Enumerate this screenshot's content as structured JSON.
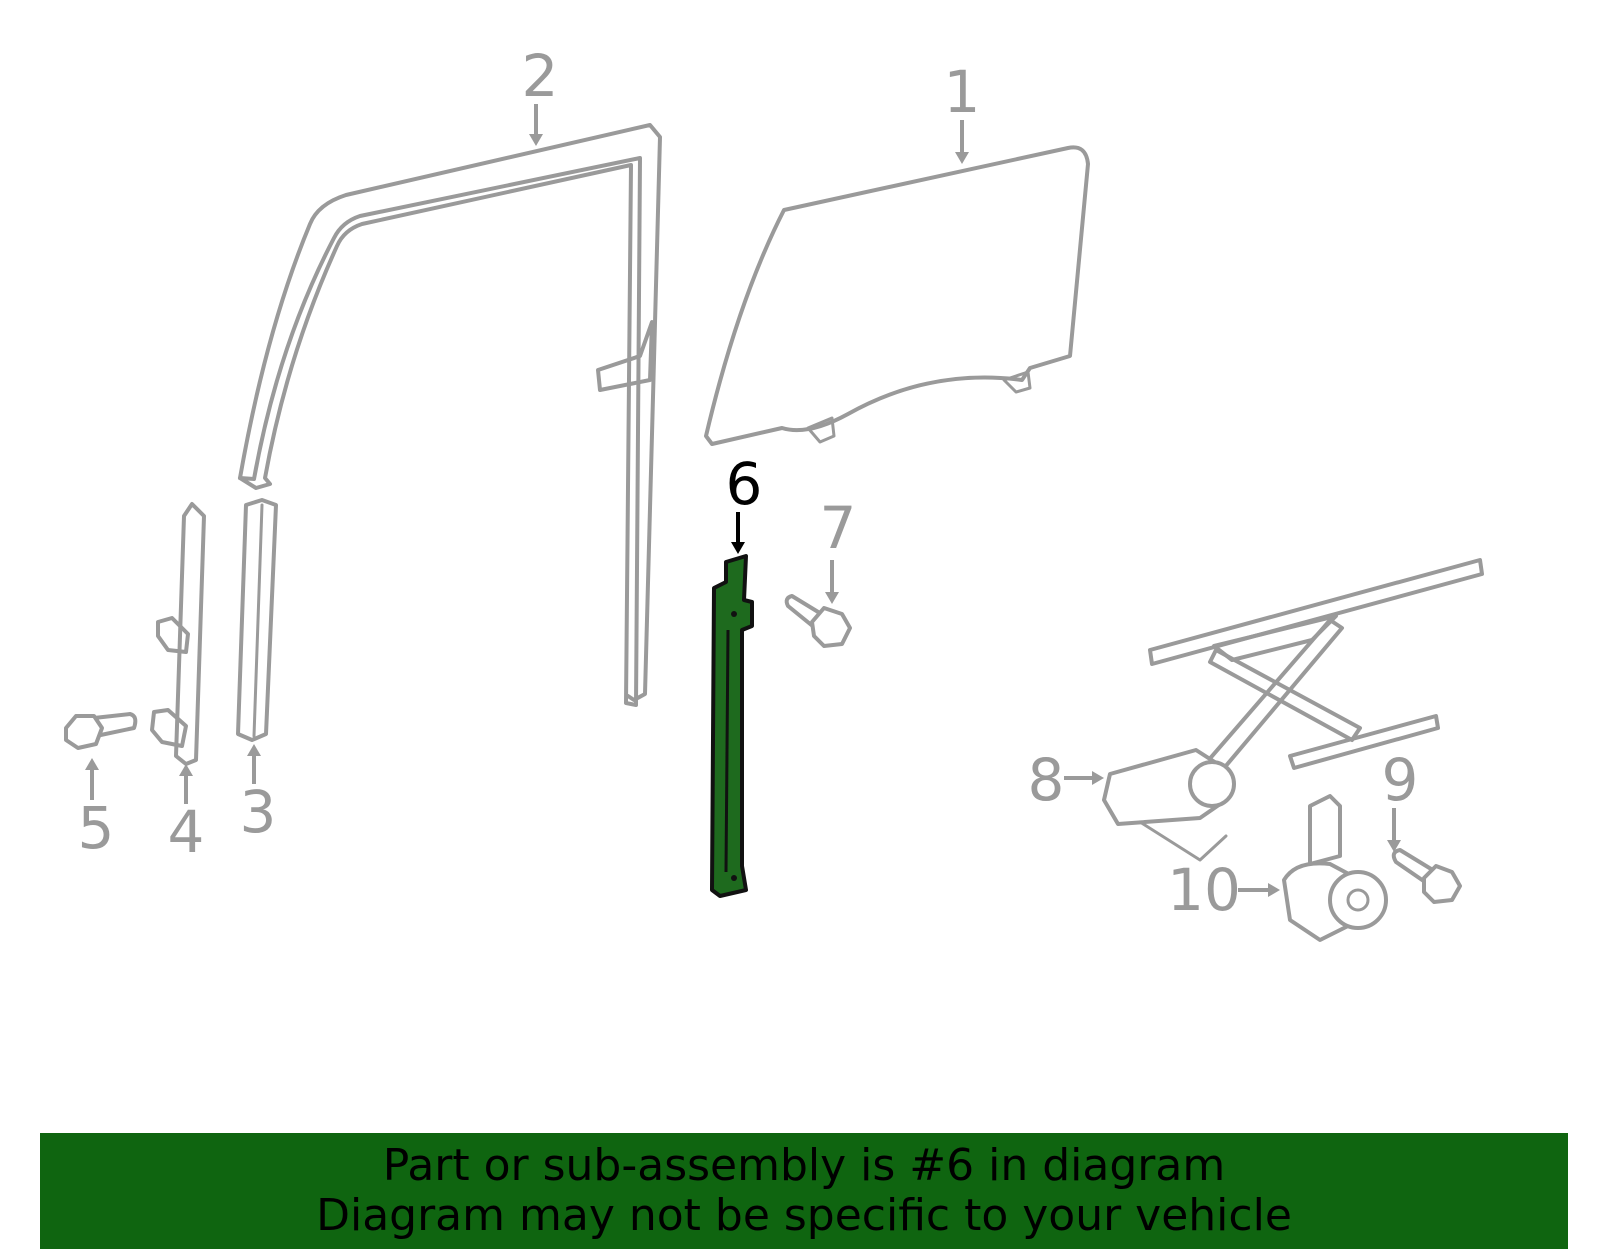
{
  "diagram": {
    "callouts": [
      {
        "id": "1",
        "label": "1",
        "highlighted": false
      },
      {
        "id": "2",
        "label": "2",
        "highlighted": false
      },
      {
        "id": "3",
        "label": "3",
        "highlighted": false
      },
      {
        "id": "4",
        "label": "4",
        "highlighted": false
      },
      {
        "id": "5",
        "label": "5",
        "highlighted": false
      },
      {
        "id": "6",
        "label": "6",
        "highlighted": true
      },
      {
        "id": "7",
        "label": "7",
        "highlighted": false
      },
      {
        "id": "8",
        "label": "8",
        "highlighted": false
      },
      {
        "id": "9",
        "label": "9",
        "highlighted": false
      },
      {
        "id": "10",
        "label": "10",
        "highlighted": false
      }
    ],
    "colors": {
      "part_stroke": "#9a9a9a",
      "highlight_fill": "#1e6a1e",
      "banner_bg": "#0f6510",
      "highlight_label": "#000000"
    }
  },
  "banner": {
    "line1": "Part or sub-assembly is #6 in diagram",
    "line2": "Diagram may not be specific to your vehicle"
  }
}
